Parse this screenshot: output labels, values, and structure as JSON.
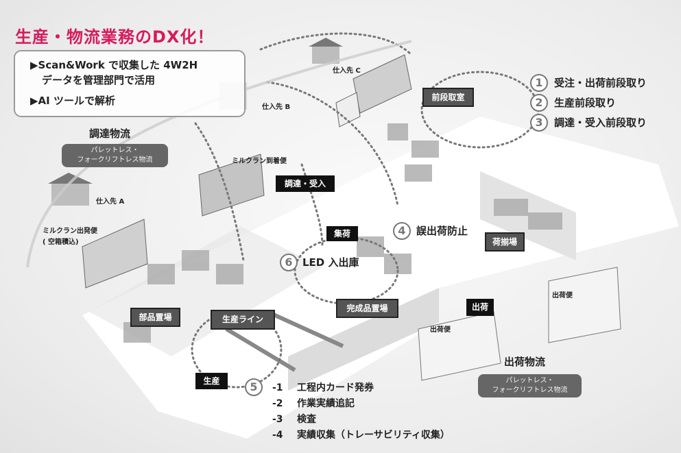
{
  "title": "生産・物流業務のDX化！",
  "info": {
    "line1": "▶Scan&Work で収集した 4W2H",
    "line2": "データを管理部門で活用",
    "line3": "▶AI ツールで解析"
  },
  "procurement": {
    "heading": "調達物流",
    "pill_line1": "パレットレス・",
    "pill_line2": "フォークリフトレス物流"
  },
  "shipping_logistics": {
    "heading": "出荷物流",
    "pill_line1": "パレットレス・",
    "pill_line2": "フォークリフトレス物流"
  },
  "places": {
    "supplier_a": "仕入先 A",
    "supplier_b": "仕入先 B",
    "supplier_c": "仕入先 C",
    "milkrun_arrival": "ミルクラン到着便",
    "milkrun_departure_1": "ミルクラン出発便",
    "milkrun_departure_2": "( 空箱積込)",
    "shipping_truck_1": "出荷便",
    "shipping_truck_2": "出荷便"
  },
  "tags": {
    "prep_room": "前段取室",
    "receiving": "調達・受入",
    "collection": "集荷",
    "staging": "荷揃場",
    "finished_goods": "完成品置場",
    "parts": "部品置場",
    "production_line": "生産ライン",
    "shipping": "出荷",
    "production": "生産"
  },
  "points": [
    {
      "num": "1",
      "label": "受注・出荷前段取り"
    },
    {
      "num": "2",
      "label": "生産前段取り"
    },
    {
      "num": "3",
      "label": "調達・受入前段取り"
    },
    {
      "num": "4",
      "label": "誤出荷防止"
    },
    {
      "num": "5",
      "label": ""
    },
    {
      "num": "6",
      "label": "LED 入出庫"
    }
  ],
  "production_steps": [
    {
      "num": "-1",
      "label": "工程内カード発券"
    },
    {
      "num": "-2",
      "label": "作業実績追記"
    },
    {
      "num": "-3",
      "label": "検査"
    },
    {
      "num": "-4",
      "label": "実績収集（トレーサビリティ収集）"
    }
  ]
}
